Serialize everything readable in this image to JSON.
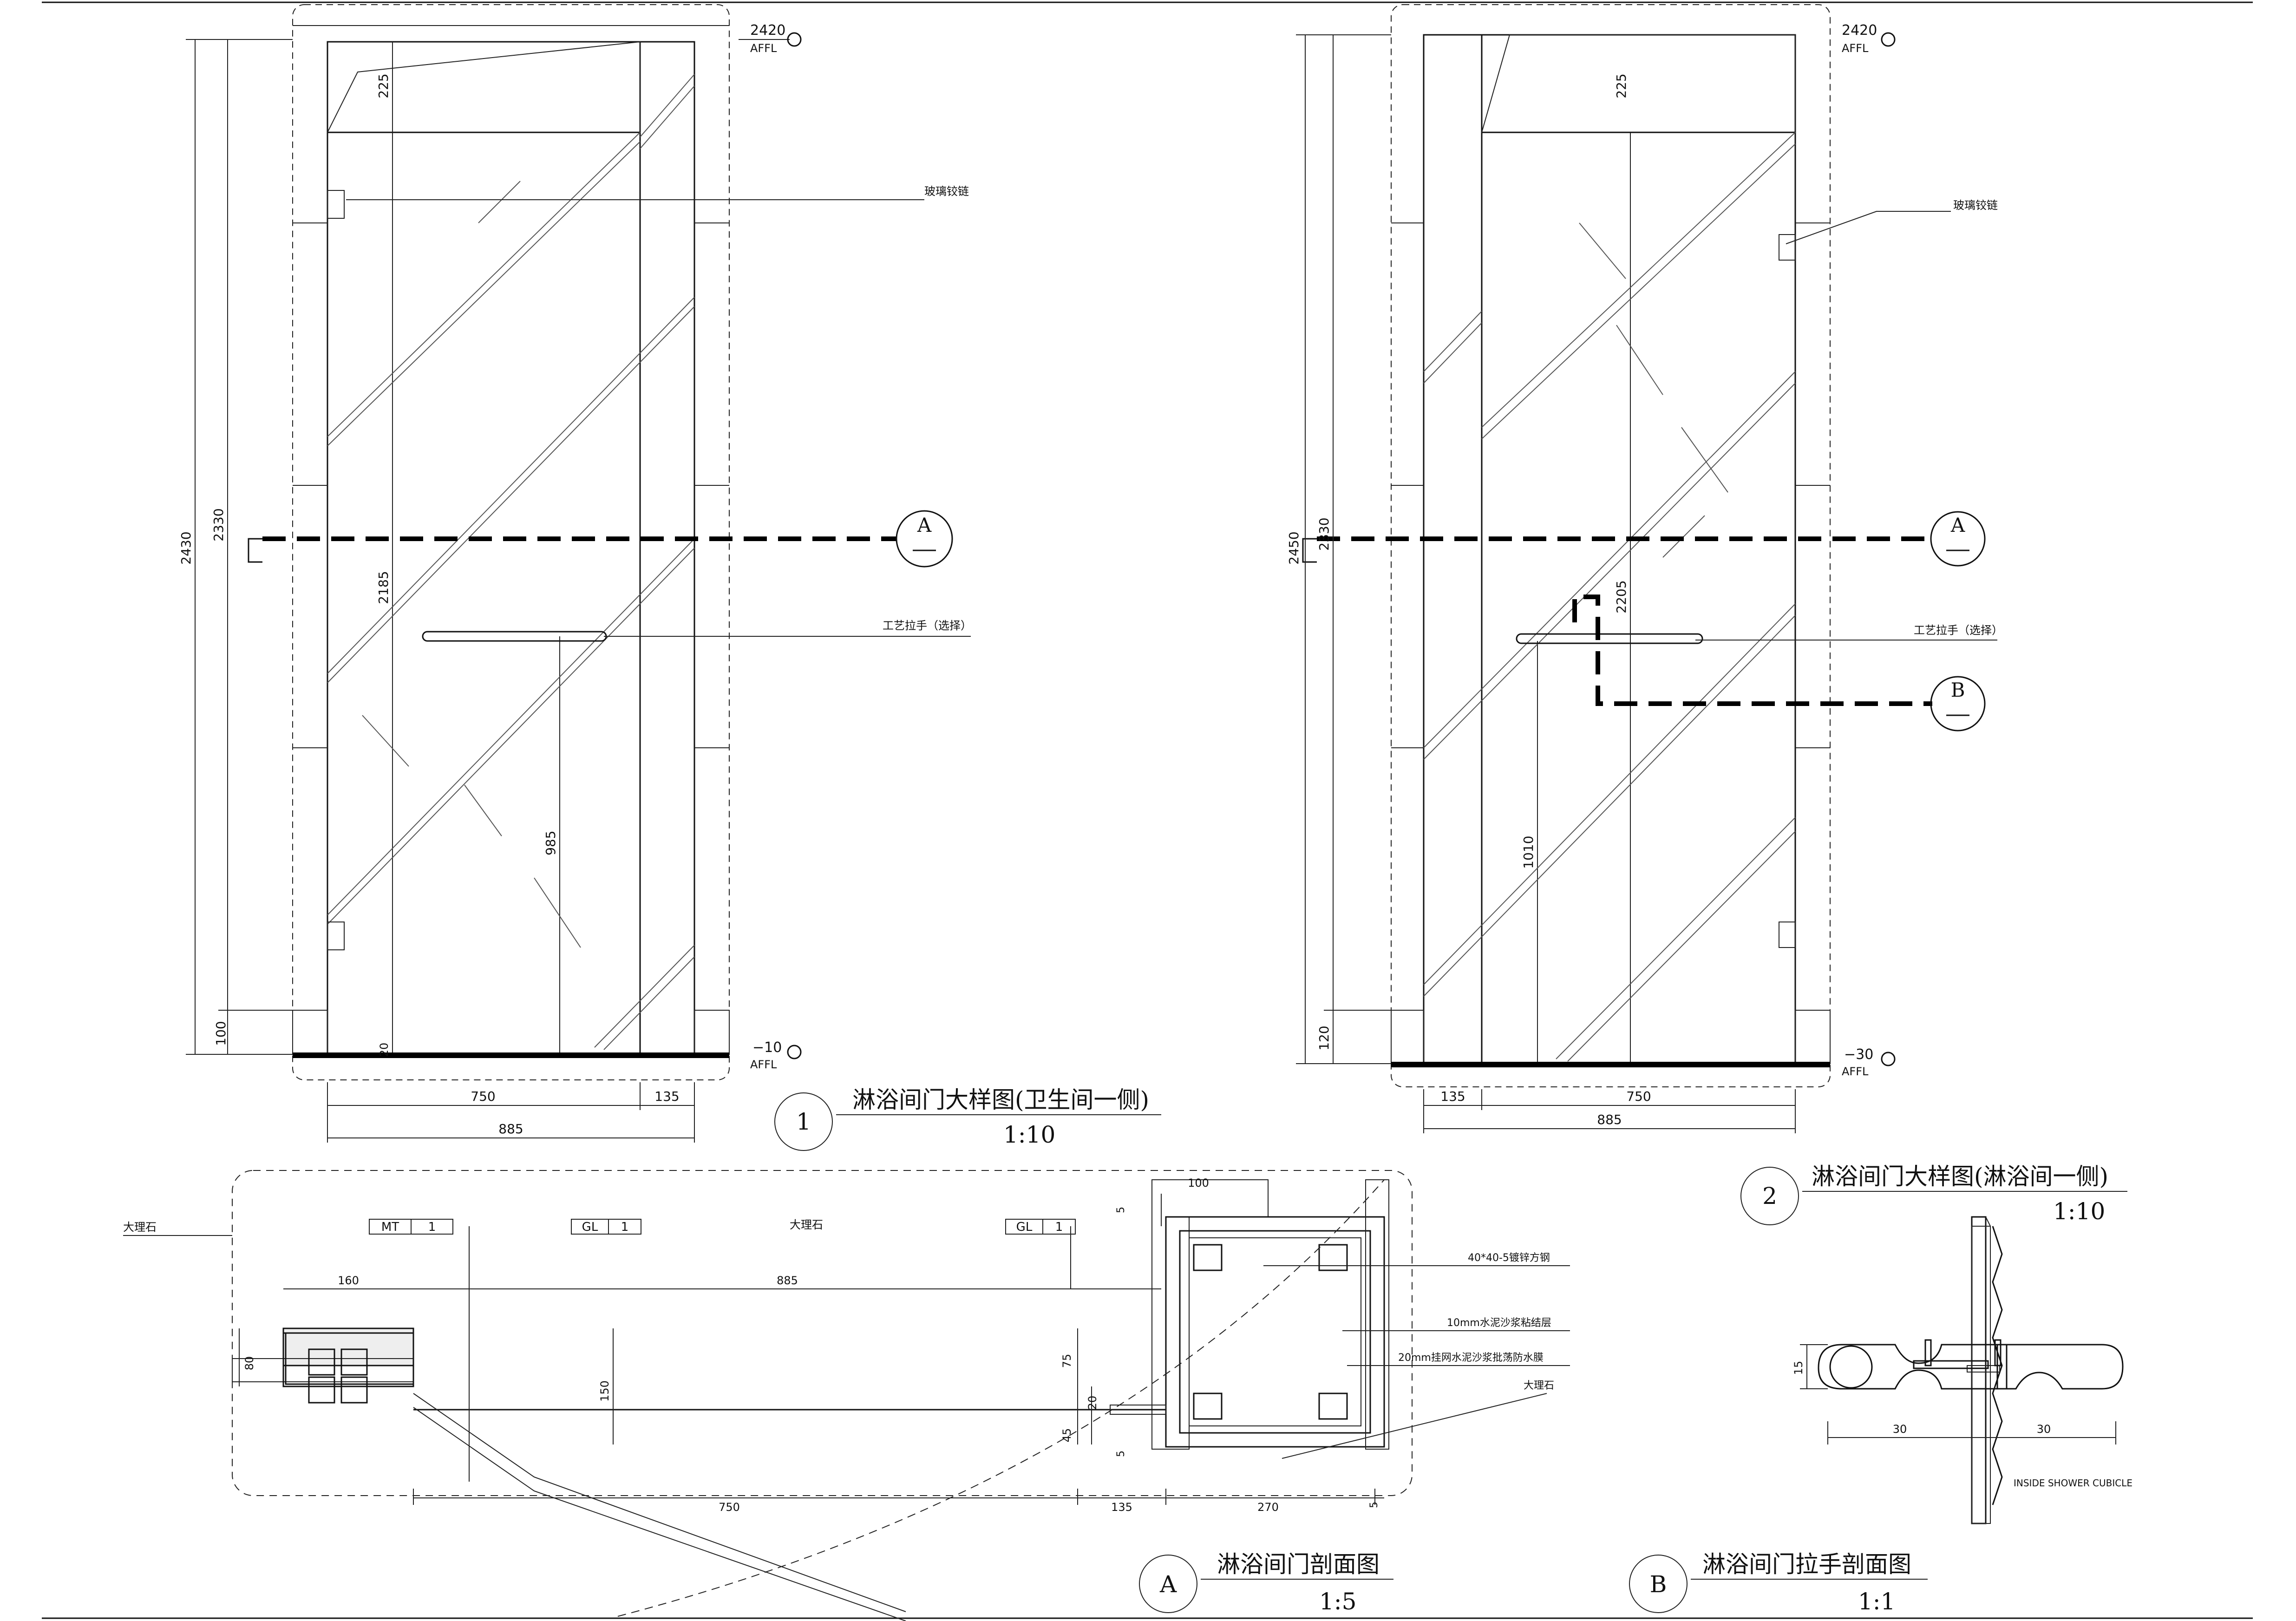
{
  "drawing_1": {
    "number": "1",
    "title": "淋浴间门大样图(卫生间一侧)",
    "scale": "1:10",
    "top_level": "2420",
    "bottom_level": "−10",
    "level_ref": "AFFL",
    "hinge_label": "玻璃铰链",
    "handle_label": "工艺拉手（选择）",
    "section_mark": "A",
    "dims_vertical": [
      "2430",
      "2330",
      "225",
      "2185",
      "985",
      "100",
      "20"
    ],
    "dims_horizontal": [
      "750",
      "135",
      "885"
    ]
  },
  "drawing_2": {
    "number": "2",
    "title": "淋浴间门大样图(淋浴间一侧)",
    "scale": "1:10",
    "top_level": "2420",
    "bottom_level": "−30",
    "level_ref": "AFFL",
    "hinge_label": "玻璃铰链",
    "handle_label": "工艺拉手（选择）",
    "section_marks": [
      "A",
      "B"
    ],
    "dims_vertical": [
      "2450",
      "2330",
      "225",
      "2205",
      "1010",
      "120"
    ],
    "dims_horizontal": [
      "135",
      "750",
      "885"
    ]
  },
  "section_a": {
    "number": "A",
    "title": "淋浴间门剖面图",
    "scale": "1:5",
    "tags": [
      {
        "code": "MT",
        "num": "1"
      },
      {
        "code": "GL",
        "num": "1"
      },
      {
        "code": "GL",
        "num": "1"
      }
    ],
    "labels": [
      "大理石",
      "大理石",
      "40*40-5镀锌方钢",
      "10mm水泥沙浆粘结层",
      "20mm挂网水泥沙浆批荡防水膜",
      "大理石"
    ],
    "dims": [
      "160",
      "885",
      "80",
      "150",
      "75",
      "20",
      "45",
      "5",
      "100",
      "5",
      "750",
      "135",
      "270",
      "5"
    ]
  },
  "section_b": {
    "number": "B",
    "title": "淋浴间门拉手剖面图",
    "scale": "1:1",
    "label": "INSIDE SHOWER CUBICLE",
    "dims": [
      "15",
      "30",
      "30"
    ]
  }
}
